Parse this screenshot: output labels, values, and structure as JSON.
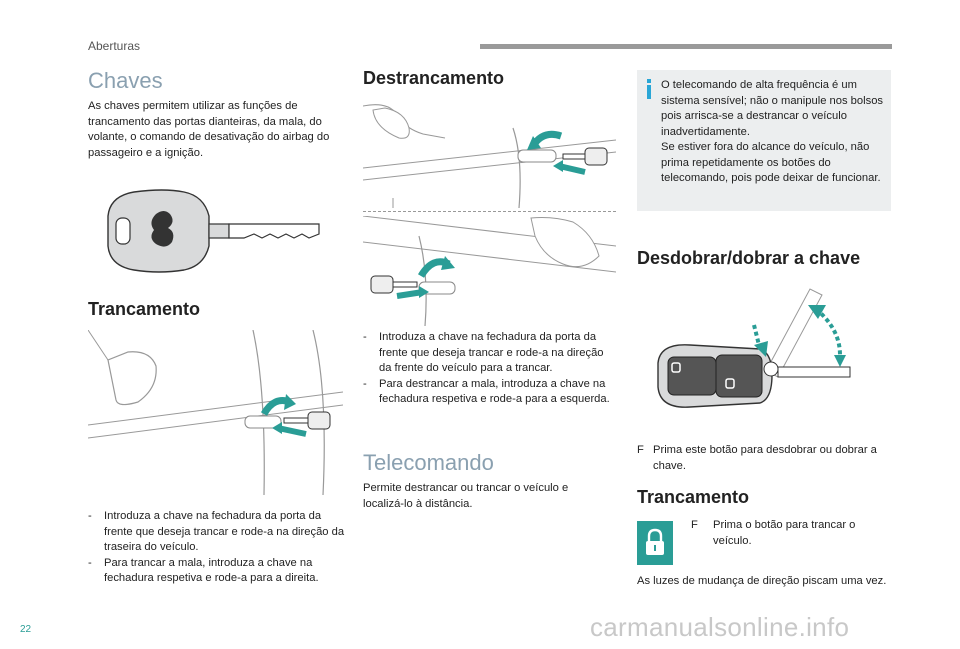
{
  "header": {
    "section": "Aberturas"
  },
  "left": {
    "chaves_title": "Chaves",
    "chaves_text": "As chaves permitem utilizar as funções de trancamento das portas dianteiras, da mala, do volante, o comando de desativação do airbag do passageiro e a ignição.",
    "trancamento_title": "Trancamento",
    "bullets": [
      "Introduza a chave na fechadura da porta da frente que deseja trancar e rode-a na direção da traseira do veículo.",
      "Para trancar a mala, introduza a chave na fechadura respetiva e rode-a para a direita."
    ]
  },
  "middle": {
    "destrancamento_title": "Destrancamento",
    "bullets": [
      "Introduza a chave na fechadura da porta da frente que deseja trancar e rode-a na direção da frente do veículo para a trancar.",
      "Para destrancar a mala, introduza a chave na fechadura respetiva e rode-a para a esquerda."
    ],
    "telecomando_title": "Telecomando",
    "telecomando_text": "Permite destrancar ou trancar o veículo e localizá-lo à distância."
  },
  "right": {
    "info_text": "O telecomando de alta frequência é um sistema sensível; não o manipule nos bolsos pois arrisca-se a destrancar o veículo inadvertidamente.\nSe estiver fora do alcance do veículo, não prima repetidamente os botões do telecomando, pois pode deixar de funcionar.",
    "desdobrar_title": "Desdobrar/dobrar a chave",
    "desdobrar_text": "Prima este botão para desdobrar ou dobrar a chave.",
    "trancamento_title": "Trancamento",
    "trancamento_text": "Prima o botão para trancar o veículo.",
    "luzes_text": "As luzes de mudança de direção piscam uma vez."
  },
  "footer": {
    "page_number": "22",
    "watermark": "carmanualsonline.info"
  },
  "colors": {
    "teal": "#2a9d96",
    "info_blue": "#2aa6d6",
    "header_bar": "#9a9a9a"
  }
}
